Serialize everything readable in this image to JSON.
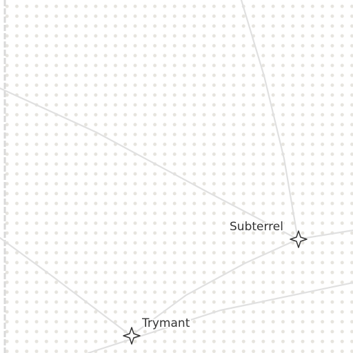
{
  "map": {
    "background_dot_color": "#e6e4de",
    "road_color": "#e0e0e0",
    "marker_style": "four-point-star",
    "marker_color": "#333333",
    "places": [
      {
        "name": "Subterrel"
      },
      {
        "name": "Trymant"
      }
    ]
  }
}
